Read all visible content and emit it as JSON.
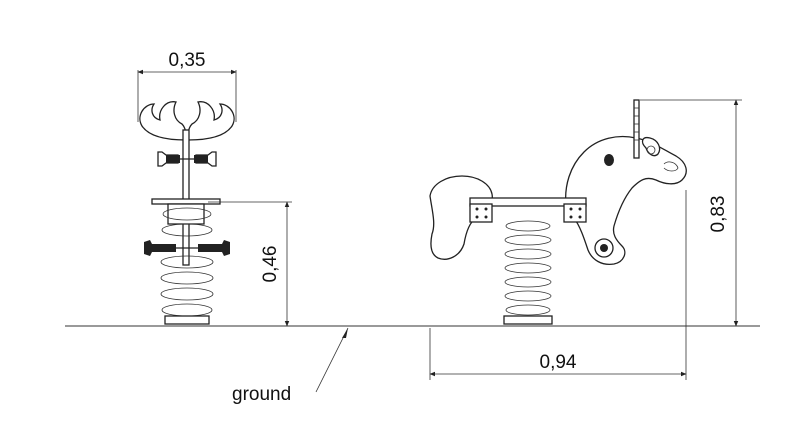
{
  "dimensions": {
    "front_width": "0,35",
    "front_height": "0,46",
    "side_length": "0,94",
    "side_height": "0,83"
  },
  "labels": {
    "ground": "ground"
  }
}
